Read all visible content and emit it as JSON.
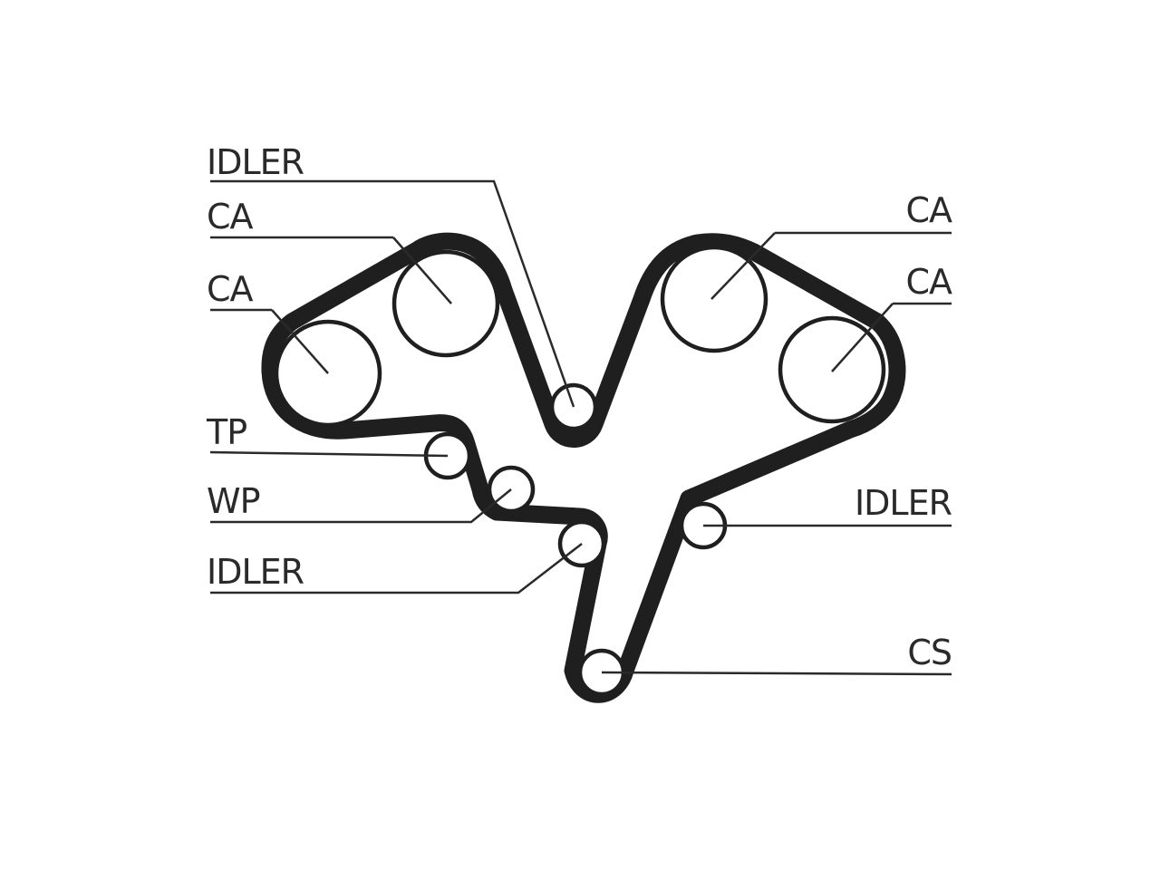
{
  "diagram": {
    "labels": {
      "idler_top": "IDLER",
      "ca_left_upper": "CA",
      "ca_left_lower": "CA",
      "tp": "TP",
      "wp": "WP",
      "idler_left": "IDLER",
      "ca_right_upper": "CA",
      "ca_right_lower": "CA",
      "idler_right": "IDLER",
      "cs": "CS"
    }
  }
}
